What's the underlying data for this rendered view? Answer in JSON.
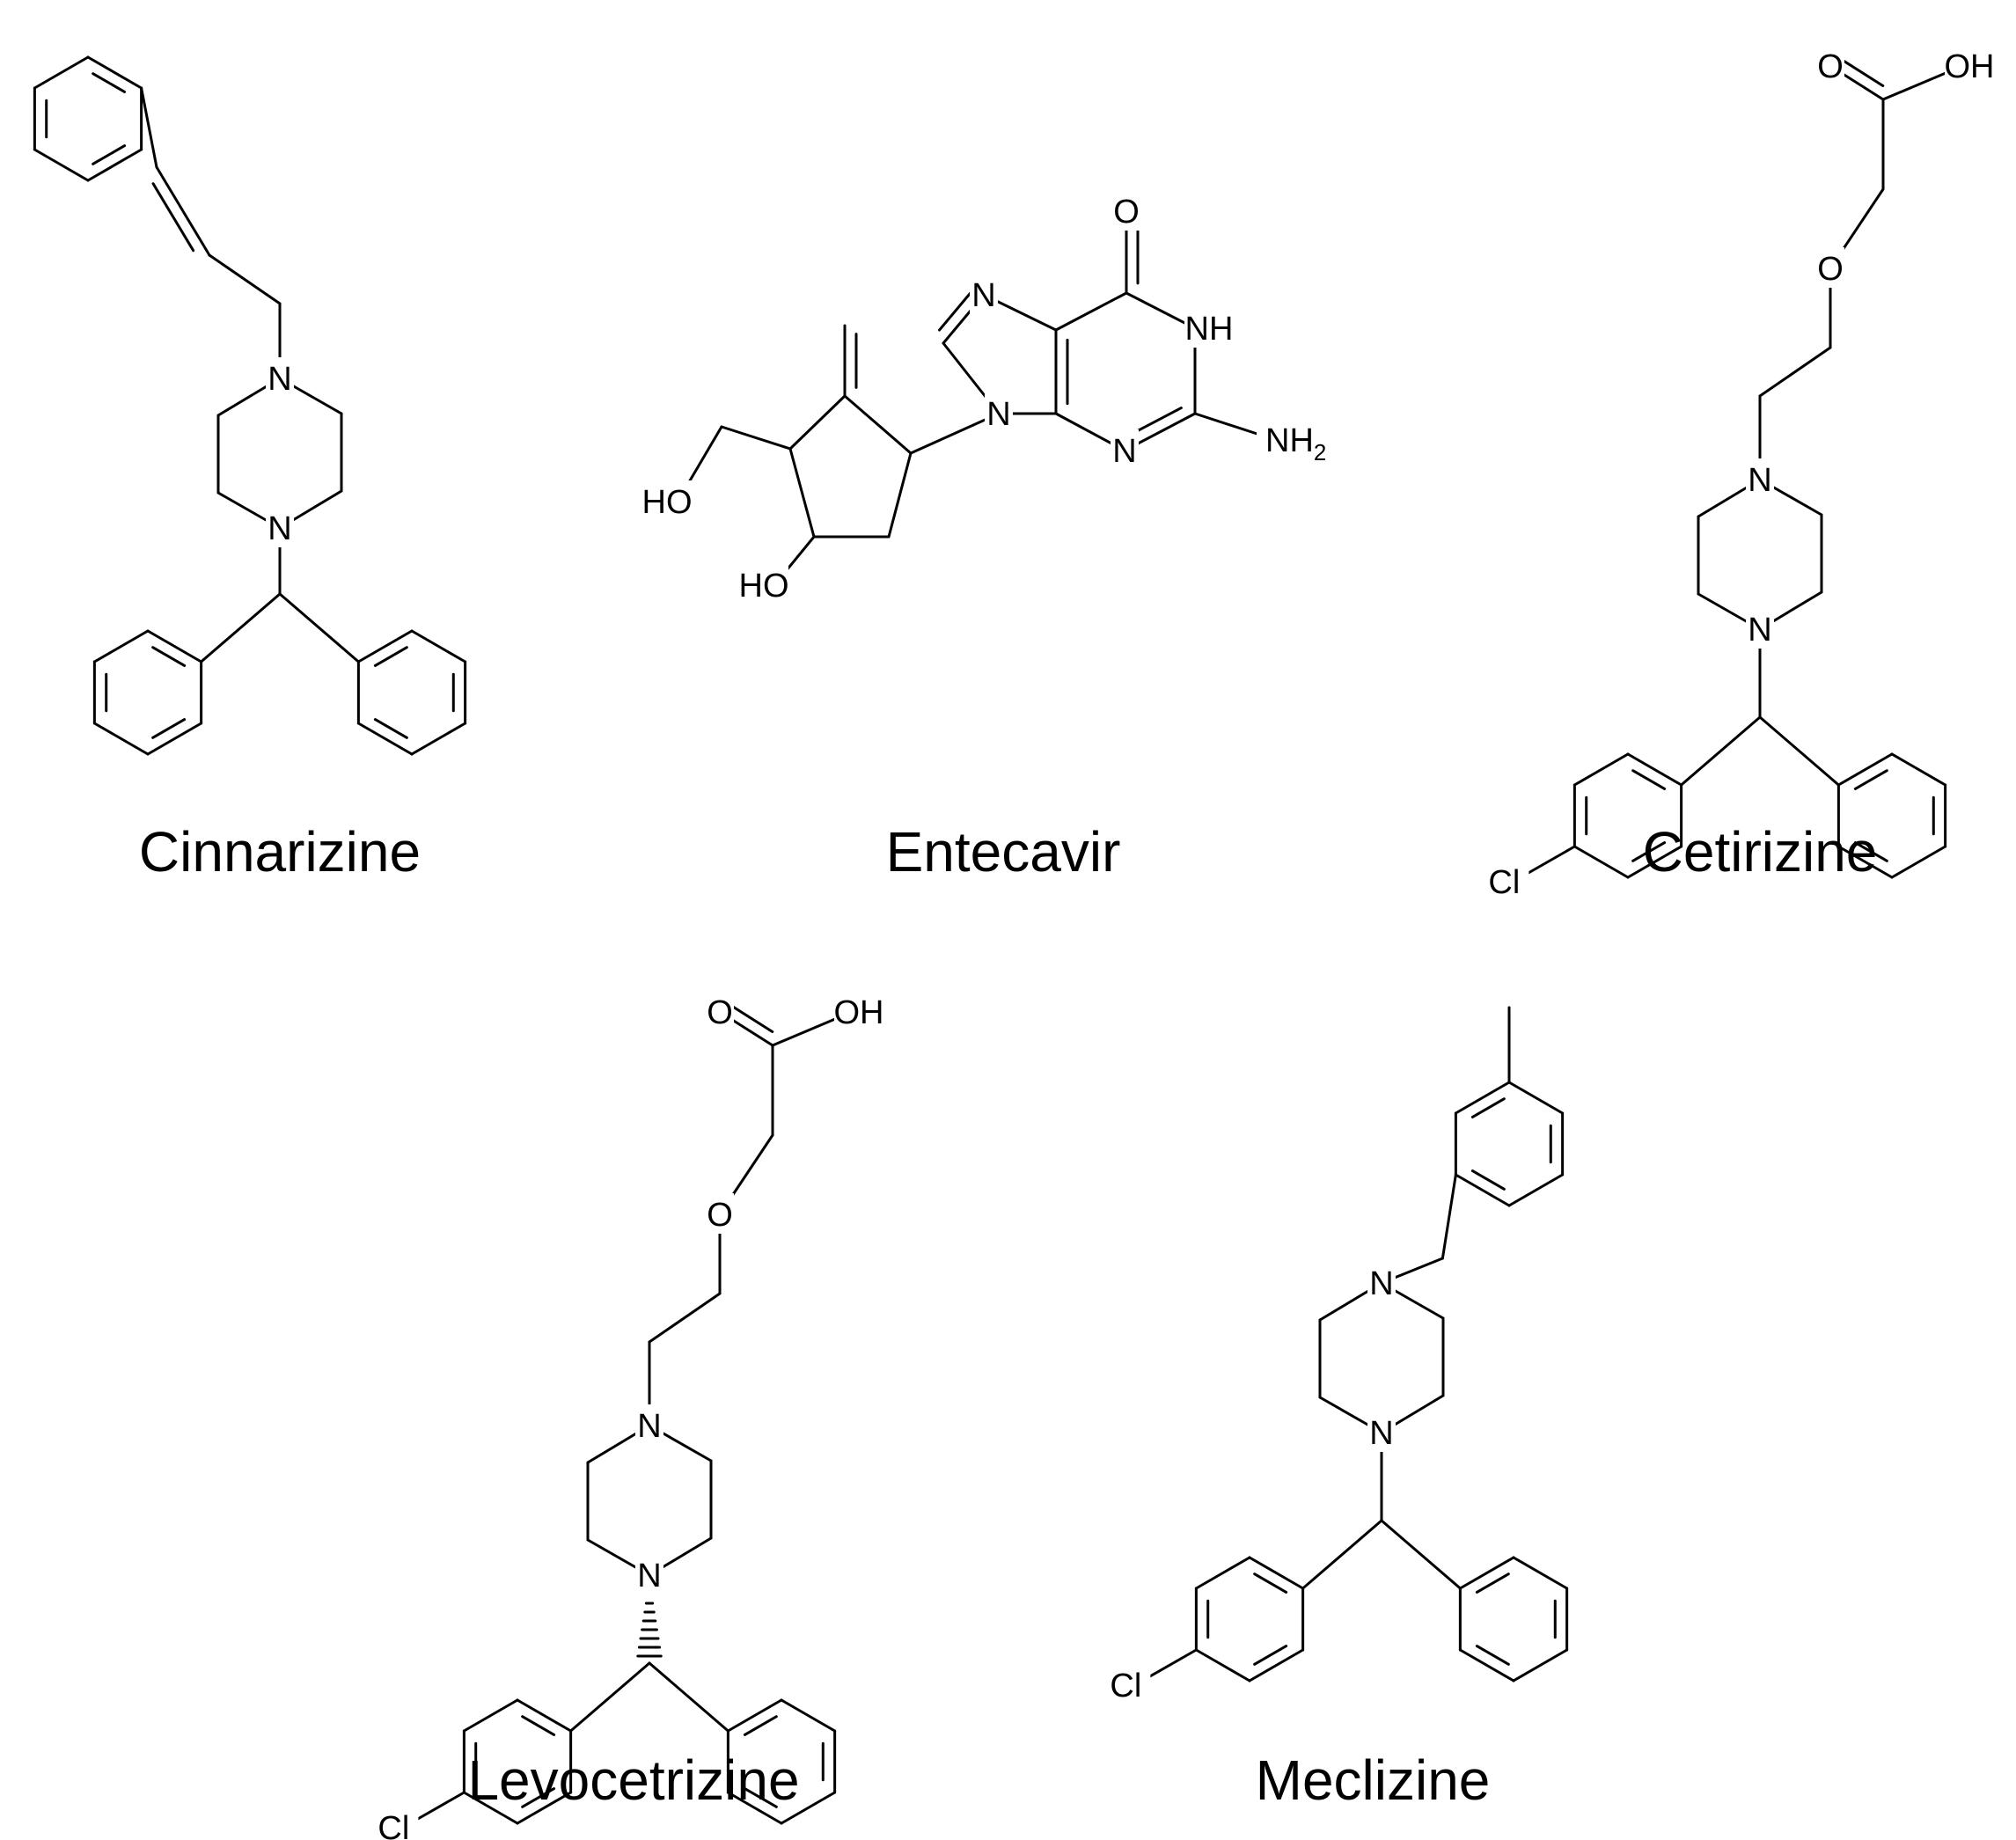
{
  "compounds": [
    {
      "key": "cinnarizine",
      "name": "Cinnarizine",
      "atoms": [
        "N",
        "N"
      ]
    },
    {
      "key": "entecavir",
      "name": "Entecavir",
      "atoms": [
        "N",
        "N",
        "N",
        "N",
        "NH",
        "NH2",
        "O",
        "HO",
        "HO"
      ]
    },
    {
      "key": "cetirizine",
      "name": "Cetirizine",
      "atoms": [
        "O",
        "OH",
        "O",
        "N",
        "N",
        "Cl"
      ]
    },
    {
      "key": "levocetrizine",
      "name": "Levocetrizine",
      "atoms": [
        "O",
        "OH",
        "O",
        "N",
        "N",
        "Cl"
      ]
    },
    {
      "key": "meclizine",
      "name": "Meclizine",
      "atoms": [
        "N",
        "N",
        "Cl"
      ]
    }
  ]
}
